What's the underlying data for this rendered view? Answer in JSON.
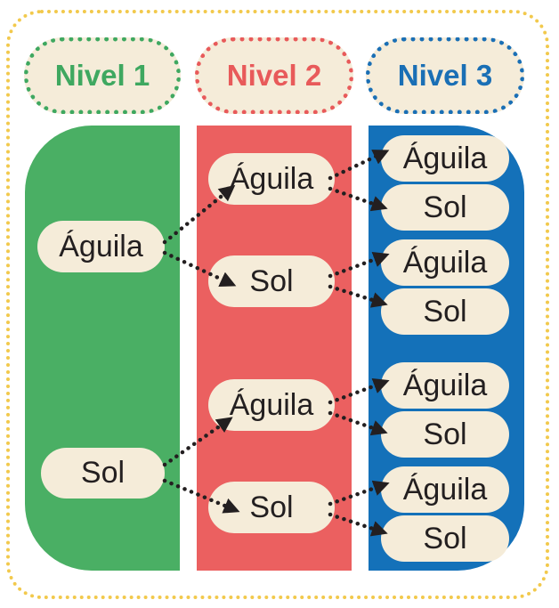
{
  "colors": {
    "frame": "#f2c94c",
    "pill": "#f5ecd9",
    "text": "#231f20",
    "arrow": "#231f20"
  },
  "levels": [
    {
      "label": "Nivel 1",
      "color": "#3fa860",
      "col_color": "#4aaf64"
    },
    {
      "label": "Nivel 2",
      "color": "#e85a5a",
      "col_color": "#eb6060"
    },
    {
      "label": "Nivel 3",
      "color": "#1a6fb5",
      "col_color": "#1471b9"
    }
  ],
  "nodes": {
    "l1": [
      "Águila",
      "Sol"
    ],
    "l2": [
      "Águila",
      "Sol",
      "Águila",
      "Sol"
    ],
    "l3": [
      "Águila",
      "Sol",
      "Águila",
      "Sol",
      "Águila",
      "Sol",
      "Águila",
      "Sol"
    ]
  }
}
